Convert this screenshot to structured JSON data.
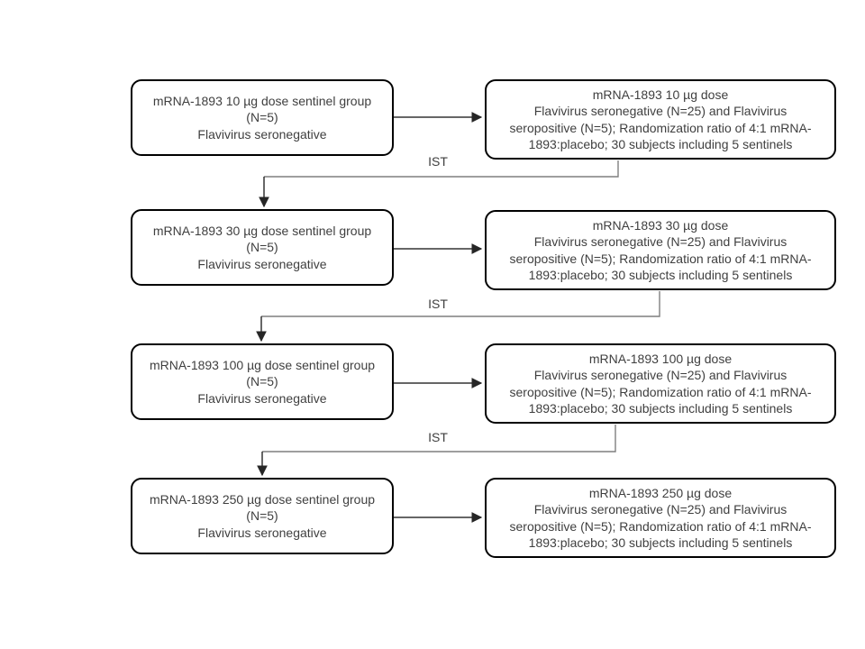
{
  "diagram": {
    "ist_label": "IST",
    "colors": {
      "background": "#ffffff",
      "box_border": "#000000",
      "box_fill": "#ffffff",
      "text": "#3f3f3f",
      "elbow_connector": "#7f7f7f",
      "arrow": "#262626"
    },
    "rows": [
      {
        "sentinel": {
          "lines": [
            "mRNA-1893 10 µg dose sentinel group",
            "(N=5)",
            "Flavivirus seronegative"
          ]
        },
        "expansion": {
          "title": "mRNA-1893 10 µg dose",
          "lines": [
            "Flavivirus seronegative (N=25) and Flavivirus",
            "seropositive (N=5); Randomization ratio of 4:1 mRNA-",
            "1893:placebo; 30 subjects including 5 sentinels"
          ]
        }
      },
      {
        "sentinel": {
          "lines": [
            "mRNA-1893 30 µg dose sentinel group",
            "(N=5)",
            "Flavivirus seronegative"
          ]
        },
        "expansion": {
          "title": "mRNA-1893 30 µg dose",
          "lines": [
            "Flavivirus seronegative (N=25) and Flavivirus",
            "seropositive (N=5); Randomization ratio of 4:1 mRNA-",
            "1893:placebo; 30 subjects including 5 sentinels"
          ]
        }
      },
      {
        "sentinel": {
          "lines": [
            "mRNA-1893 100 µg dose sentinel group",
            "(N=5)",
            "Flavivirus seronegative"
          ]
        },
        "expansion": {
          "title": "mRNA-1893 100 µg dose",
          "lines": [
            "Flavivirus seronegative (N=25) and Flavivirus",
            "seropositive (N=5); Randomization ratio of 4:1 mRNA-",
            "1893:placebo; 30 subjects including 5 sentinels"
          ]
        }
      },
      {
        "sentinel": {
          "lines": [
            "mRNA-1893 250 µg dose sentinel group",
            "(N=5)",
            "Flavivirus seronegative"
          ]
        },
        "expansion": {
          "title": "mRNA-1893 250 µg dose",
          "lines": [
            "Flavivirus seronegative (N=25) and Flavivirus",
            "seropositive (N=5); Randomization ratio of 4:1 mRNA-",
            "1893:placebo; 30 subjects including 5 sentinels"
          ]
        }
      }
    ]
  }
}
